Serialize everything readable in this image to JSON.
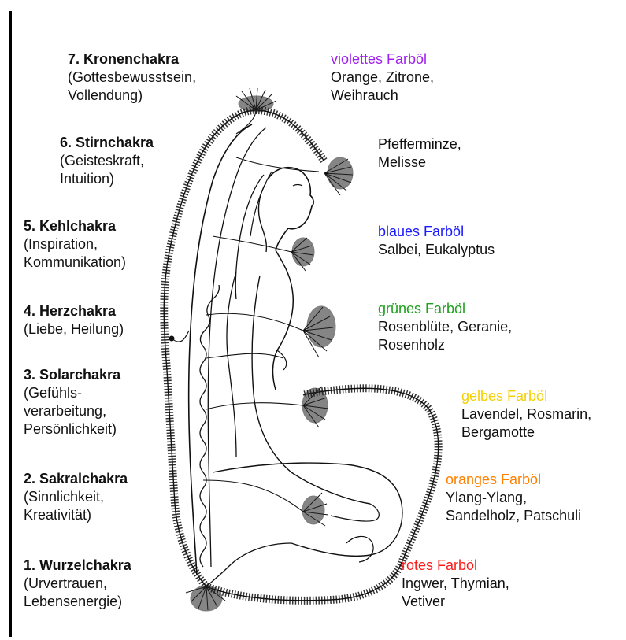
{
  "chakras": [
    {
      "title": "7. Kronenchakra",
      "lines": [
        "(Gottesbewusstsein,",
        "Vollendung)"
      ]
    },
    {
      "title": "6. Stirnchakra",
      "lines": [
        "(Geisteskraft,",
        "Intuition)"
      ]
    },
    {
      "title": "5. Kehlchakra",
      "lines": [
        "(Inspiration,",
        "Kommunikation)"
      ]
    },
    {
      "title": "4. Herzchakra",
      "lines": [
        "(Liebe, Heilung)"
      ]
    },
    {
      "title": "3. Solarchakra",
      "lines": [
        "(Gefühls-",
        "verarbeitung,",
        "Persönlichkeit)"
      ]
    },
    {
      "title": "2. Sakralchakra",
      "lines": [
        "(Sinnlichkeit,",
        "Kreativität)"
      ]
    },
    {
      "title": "1. Wurzelchakra",
      "lines": [
        "(Urvertrauen,",
        "Lebensenergie)"
      ]
    }
  ],
  "oils": [
    {
      "colorname": "violettes Farböl",
      "color": "#a020f0",
      "lines": [
        "Orange, Zitrone,",
        "Weihrauch"
      ]
    },
    {
      "colorname": "",
      "color": "#000000",
      "lines": [
        "Pfefferminze,",
        "Melisse"
      ]
    },
    {
      "colorname": "blaues Farböl",
      "color": "#1a1aff",
      "lines": [
        "Salbei, Eukalyptus"
      ]
    },
    {
      "colorname": "grünes Farböl",
      "color": "#1fa01f",
      "lines": [
        "Rosenblüte, Geranie,",
        "Rosenholz"
      ]
    },
    {
      "colorname": "gelbes Farböl",
      "color": "#f5d000",
      "lines": [
        "Lavendel, Rosmarin,",
        "Bergamotte"
      ]
    },
    {
      "colorname": "oranges Farböl",
      "color": "#ff8000",
      "lines": [
        "Ylang-Ylang,",
        "Sandelholz, Patschuli"
      ]
    },
    {
      "colorname": "rotes Farböl",
      "color": "#ff1a1a",
      "lines": [
        "Ingwer, Thymian,",
        "Vetiver"
      ]
    }
  ]
}
